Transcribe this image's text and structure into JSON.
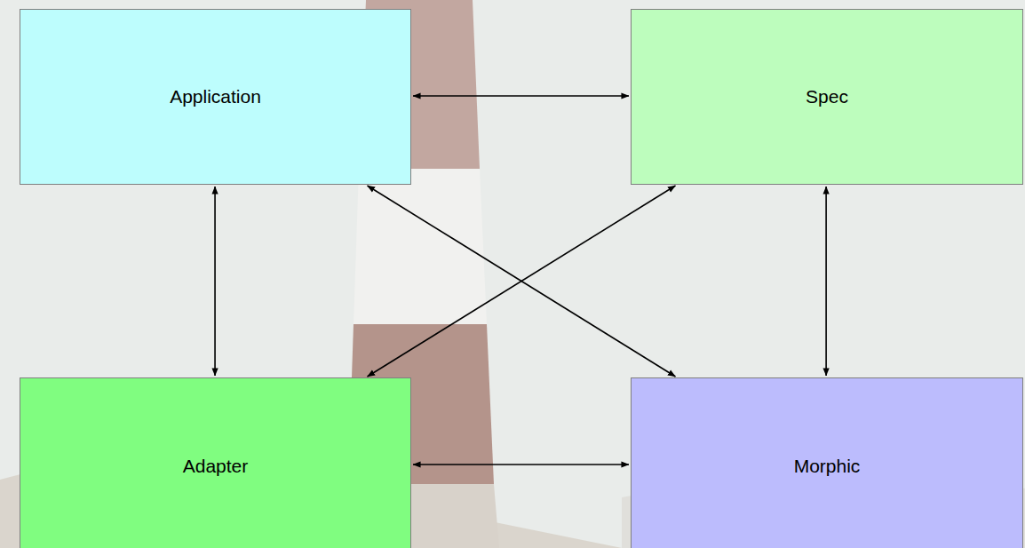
{
  "diagram": {
    "nodes": [
      {
        "text": [
          "Application"
        ]
      },
      {
        "text": [
          "Spec"
        ]
      },
      {
        "text": [
          "Adapter"
        ]
      },
      {
        "text": [
          "Morphic"
        ]
      }
    ],
    "edges": [
      {
        "from": 0,
        "to": 1,
        "arrow": "both"
      },
      {
        "from": 0,
        "to": 2,
        "arrow": "both"
      },
      {
        "from": 0,
        "to": 3,
        "arrow": "both"
      },
      {
        "from": 1,
        "to": 2,
        "arrow": "both"
      },
      {
        "from": 1,
        "to": 3,
        "arrow": "both"
      },
      {
        "from": 2,
        "to": 3,
        "arrow": "both"
      }
    ]
  }
}
